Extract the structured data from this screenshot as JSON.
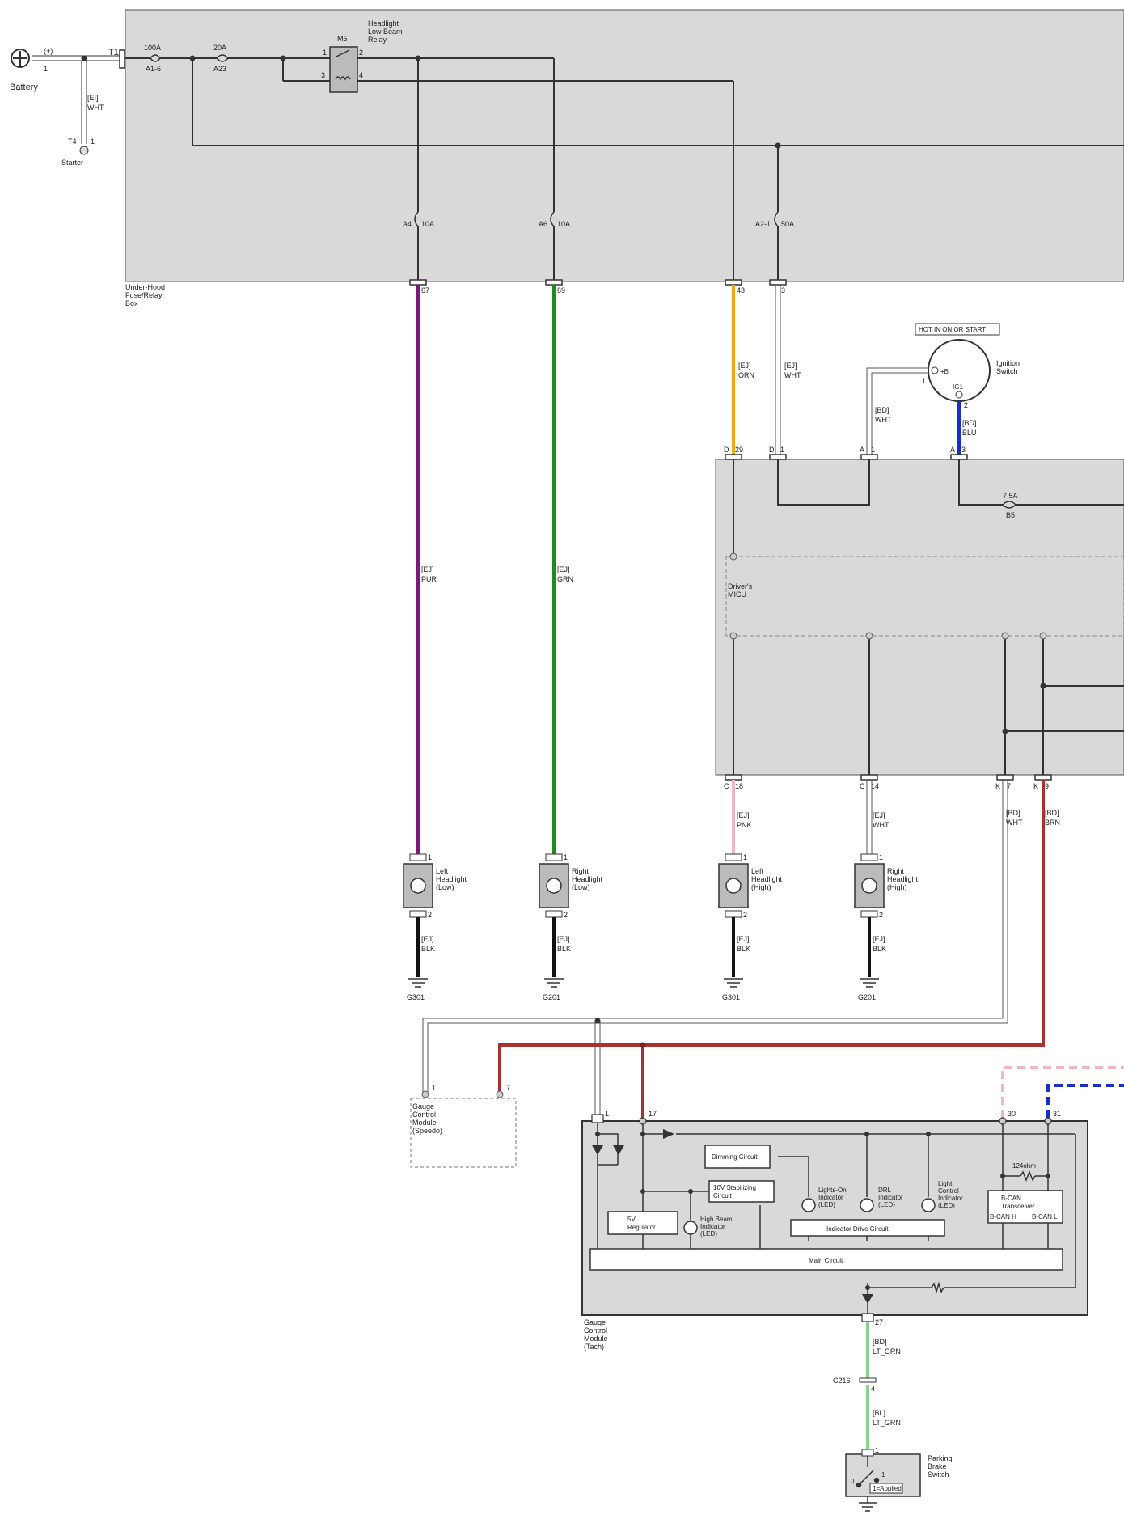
{
  "colors": {
    "box_fill": "#d9d9d9",
    "line": "#333333",
    "pur": "#7b1a7b",
    "grn": "#1f8a1f",
    "orn": "#f0a818",
    "pnk": "#f2b6c3",
    "wht": "#ffffff",
    "brn": "#a83232",
    "blu": "#1b2fc8",
    "ltgrn": "#8fd08f",
    "blk": "#111111"
  },
  "battery": {
    "label": "Battery",
    "polarity": "(+)",
    "pin": "1"
  },
  "t1": {
    "label": "T1"
  },
  "starter": {
    "label": "Starter",
    "conn": "T4",
    "pin": "1"
  },
  "wire_ei_wht": {
    "code": "[EI]",
    "color": "WHT"
  },
  "fusebox": {
    "label": [
      "Under-Hood",
      "Fuse/Relay",
      "Box"
    ],
    "fuse1_amp": "100A",
    "fuse1_id": "A1-6",
    "fuse2_amp": "20A",
    "fuse2_id": "A23",
    "relay_id": "M5",
    "relay_name": [
      "Headlight",
      "Low Beam",
      "Relay"
    ],
    "relay_pins": [
      "1",
      "2",
      "3",
      "4"
    ],
    "fuseA4": "A4",
    "fuseA4_amp": "10A",
    "fuseA6": "A6",
    "fuseA6_amp": "10A",
    "fuseA21": "A2-1",
    "fuseA21_amp": "50A",
    "pins": [
      "67",
      "69",
      "43",
      "3"
    ]
  },
  "wires_top": {
    "w67": {
      "code": "[EJ]",
      "color": "PUR"
    },
    "w69": {
      "code": "[EJ]",
      "color": "GRN"
    },
    "w43": {
      "code": "[EJ]",
      "color": "ORN"
    },
    "w3": {
      "code": "[EJ]",
      "color": "WHT"
    },
    "ign_wht": {
      "code": "[BD]",
      "color": "WHT"
    },
    "ign_blu": {
      "code": "[BD]",
      "color": "BLU"
    }
  },
  "ignition": {
    "hot": "HOT IN ON OR START",
    "name": [
      "Ignition",
      "Switch"
    ],
    "pin_b": "+B",
    "pin_ig1": "IG1",
    "pin1": "1",
    "pin2": "2"
  },
  "micu": {
    "label": [
      "Driver's",
      "MICU"
    ],
    "fuse_amp": "7.5A",
    "fuse_id": "B5",
    "top_pins": [
      {
        "conn": "D",
        "pin": "29"
      },
      {
        "conn": "D",
        "pin": "1"
      },
      {
        "conn": "A",
        "pin": "1"
      },
      {
        "conn": "A",
        "pin": "3"
      }
    ],
    "bottom_pins": [
      {
        "conn": "C",
        "pin": "18"
      },
      {
        "conn": "C",
        "pin": "14"
      },
      {
        "conn": "K",
        "pin": "7"
      },
      {
        "conn": "K",
        "pin": "9"
      }
    ]
  },
  "wires_mid": {
    "pnk": {
      "code": "[EJ]",
      "color": "PNK"
    },
    "wht14": {
      "code": "[EJ]",
      "color": "WHT"
    },
    "bd_wht": {
      "code": "[BD]",
      "color": "WHT"
    },
    "bd_brn": {
      "code": "[BD]",
      "color": "BRN"
    }
  },
  "headlights": [
    {
      "name": [
        "Left",
        "Headlight",
        "(Low)"
      ],
      "pin1": "1",
      "pin2": "2",
      "code": "[EJ]",
      "color": "BLK",
      "ground": "G301"
    },
    {
      "name": [
        "Right",
        "Headlight",
        "(Low)"
      ],
      "pin1": "1",
      "pin2": "2",
      "code": "[EJ]",
      "color": "BLK",
      "ground": "G201"
    },
    {
      "name": [
        "Left",
        "Headlight",
        "(High)"
      ],
      "pin1": "1",
      "pin2": "2",
      "code": "[EJ]",
      "color": "BLK",
      "ground": "G301"
    },
    {
      "name": [
        "Right",
        "Headlight",
        "(High)"
      ],
      "pin1": "1",
      "pin2": "2",
      "code": "[EJ]",
      "color": "BLK",
      "ground": "G201"
    }
  ],
  "speedo": {
    "label": [
      "Gauge",
      "Control",
      "Module",
      "(Speedo)"
    ],
    "pin1": "1",
    "pin7": "7"
  },
  "tach": {
    "label": [
      "Gauge",
      "Control",
      "Module",
      "(Tach)"
    ],
    "pin1": "1",
    "pin17": "17",
    "pin30": "30",
    "pin31": "31",
    "pin27": "27",
    "dimming": "Dimming Circuit",
    "stab": [
      "10V Stabilizing",
      "Circuit"
    ],
    "regulator": [
      "5V",
      "Regulator"
    ],
    "high_beam": [
      "High Beam",
      "Indicator",
      "(LED)"
    ],
    "lights_on": [
      "Lights-On",
      "Indicator",
      "(LED)"
    ],
    "drl": [
      "DRL",
      "Indicator",
      "(LED)"
    ],
    "light_ctrl": [
      "Light",
      "Control",
      "Indicator",
      "(LED)"
    ],
    "drive": "Indicator Drive Circuit",
    "main": "Main Circuit",
    "resistor": "124ohm",
    "bcan": [
      "B-CAN",
      "Transceiver"
    ],
    "bcan_h": "B-CAN H",
    "bcan_l": "B-CAN L"
  },
  "wires_bottom": {
    "bd_ltgrn": {
      "code": "[BD]",
      "color": "LT_GRN"
    },
    "bl_ltgrn": {
      "code": "[BL]",
      "color": "LT_GRN"
    },
    "c216": "C216",
    "c216_pin": "4"
  },
  "parking": {
    "name": [
      "Parking",
      "Brake",
      "Switch"
    ],
    "pin1": "1",
    "pos0": "0",
    "pos1": "1",
    "applied": "1=Applied"
  }
}
